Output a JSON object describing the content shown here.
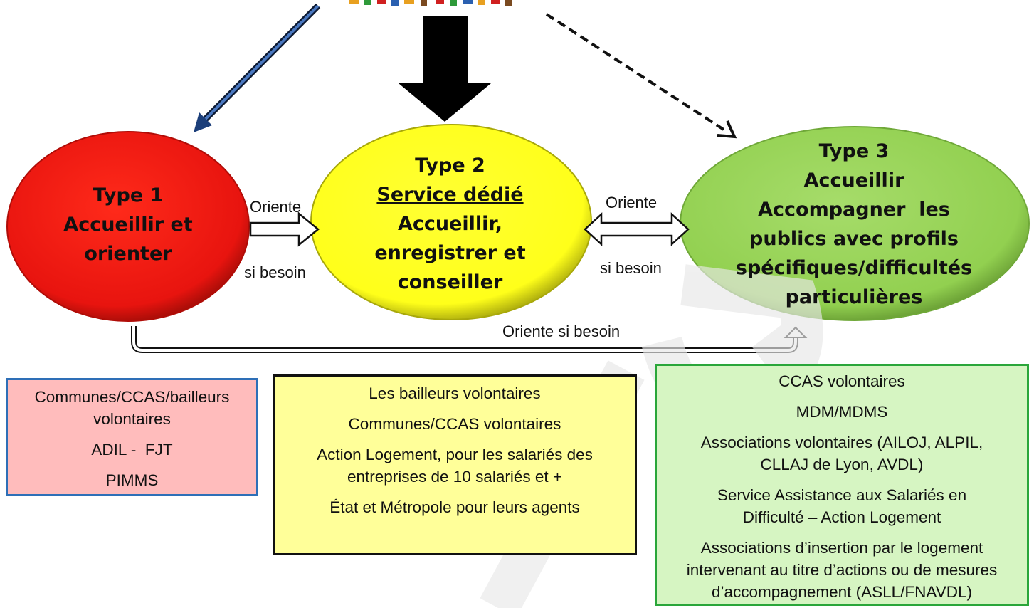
{
  "nodes": {
    "type1": {
      "title": "Type 1",
      "lines": [
        "Accueillir et",
        "orienter"
      ]
    },
    "type2": {
      "title": "Type 2",
      "subtitle": "Service dédié",
      "lines": [
        "Accueillir,",
        "enregistrer et",
        "conseiller"
      ]
    },
    "type3": {
      "title": "Type 3",
      "lines": [
        "Accueillir",
        "Accompagner  les",
        "publics avec profils",
        "spécifiques/difficultés",
        "particulières"
      ]
    }
  },
  "edges": {
    "t1_t2": {
      "top": "Oriente",
      "bottom": "si besoin"
    },
    "t2_t3": {
      "top": "Oriente",
      "bottom": "si besoin"
    },
    "t1_t3": {
      "label": "Oriente si besoin"
    }
  },
  "boxes": {
    "type1": {
      "items": [
        "Communes/CCAS/bailleurs volontaires",
        "ADIL -  FJT",
        "PIMMS"
      ]
    },
    "type2": {
      "items": [
        "Les bailleurs volontaires",
        "Communes/CCAS volontaires",
        "Action Logement, pour les salariés des entreprises de 10 salariés et +",
        "État et Métropole pour leurs agents"
      ]
    },
    "type3": {
      "items": [
        "CCAS volontaires",
        "MDM/MDMS",
        "Associations volontaires (AILOJ, ALPIL, CLLAJ de Lyon, AVDL)",
        "Service Assistance aux Salariés en Difficulté – Action Logement",
        "Associations d’insertion par le logement intervenant au titre d’actions ou de mesures d’accompagnement (ASLL/FNAVDL)"
      ]
    }
  },
  "colors": {
    "type1": "#e8140f",
    "type2": "#ffff1a",
    "type3": "#92d050",
    "box1_bg": "#ffbcbc",
    "box2_bg": "#ffff99",
    "box3_bg": "#d6f5c2"
  }
}
